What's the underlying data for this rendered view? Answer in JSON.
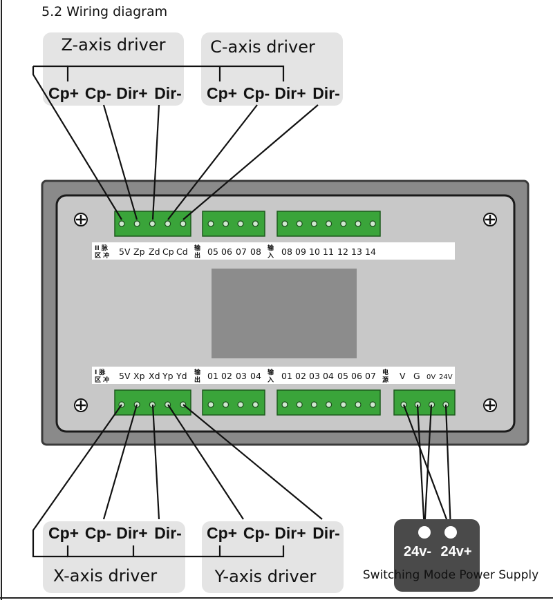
{
  "title": "5.2 Wiring diagram",
  "drivers": {
    "z": {
      "name": "Z-axis driver",
      "pins": [
        "Cp+",
        "Cp-",
        "Dir+",
        "Dir-"
      ]
    },
    "c": {
      "name": "C-axis driver",
      "pins": [
        "Cp+",
        "Cp-",
        "Dir+",
        "Dir-"
      ]
    },
    "x": {
      "name": "X-axis driver",
      "pins": [
        "Cp+",
        "Cp-",
        "Dir+",
        "Dir-"
      ]
    },
    "y": {
      "name": "Y-axis driver",
      "pins": [
        "Cp+",
        "Cp-",
        "Dir+",
        "Dir-"
      ]
    }
  },
  "controller": {
    "top_strip": {
      "pulse_label_a": "II 脉",
      "pulse_label_b": "区 冲",
      "pulse_pins": [
        "5V",
        "Zp",
        "Zd",
        "Cp",
        "Cd"
      ],
      "output_label_a": "输",
      "output_label_b": "出",
      "outputs": [
        "05",
        "06",
        "07",
        "08"
      ],
      "input_label_a": "输",
      "input_label_b": "入",
      "inputs": [
        "08",
        "09",
        "10",
        "11",
        "12",
        "13",
        "14"
      ]
    },
    "bottom_strip": {
      "pulse_label_a": "I 脉",
      "pulse_label_b": "区 冲",
      "pulse_pins": [
        "5V",
        "Xp",
        "Xd",
        "Yp",
        "Yd"
      ],
      "output_label_a": "输",
      "output_label_b": "出",
      "outputs": [
        "01",
        "02",
        "03",
        "04"
      ],
      "input_label_a": "输",
      "input_label_b": "入",
      "inputs": [
        "01",
        "02",
        "03",
        "04",
        "05",
        "06",
        "07"
      ],
      "power_label_a": "电",
      "power_label_b": "源",
      "power_pins": [
        "V",
        "G",
        "0V",
        "24V"
      ]
    }
  },
  "power_supply": {
    "terminals": [
      "24v-",
      "24v+"
    ],
    "caption": "Switching Mode Power Supply"
  },
  "colors": {
    "panel": "#c8c8c8",
    "terminal": "#3aa43a",
    "driver_box": "#e4e4e4",
    "psu": "#4a4a4a"
  }
}
